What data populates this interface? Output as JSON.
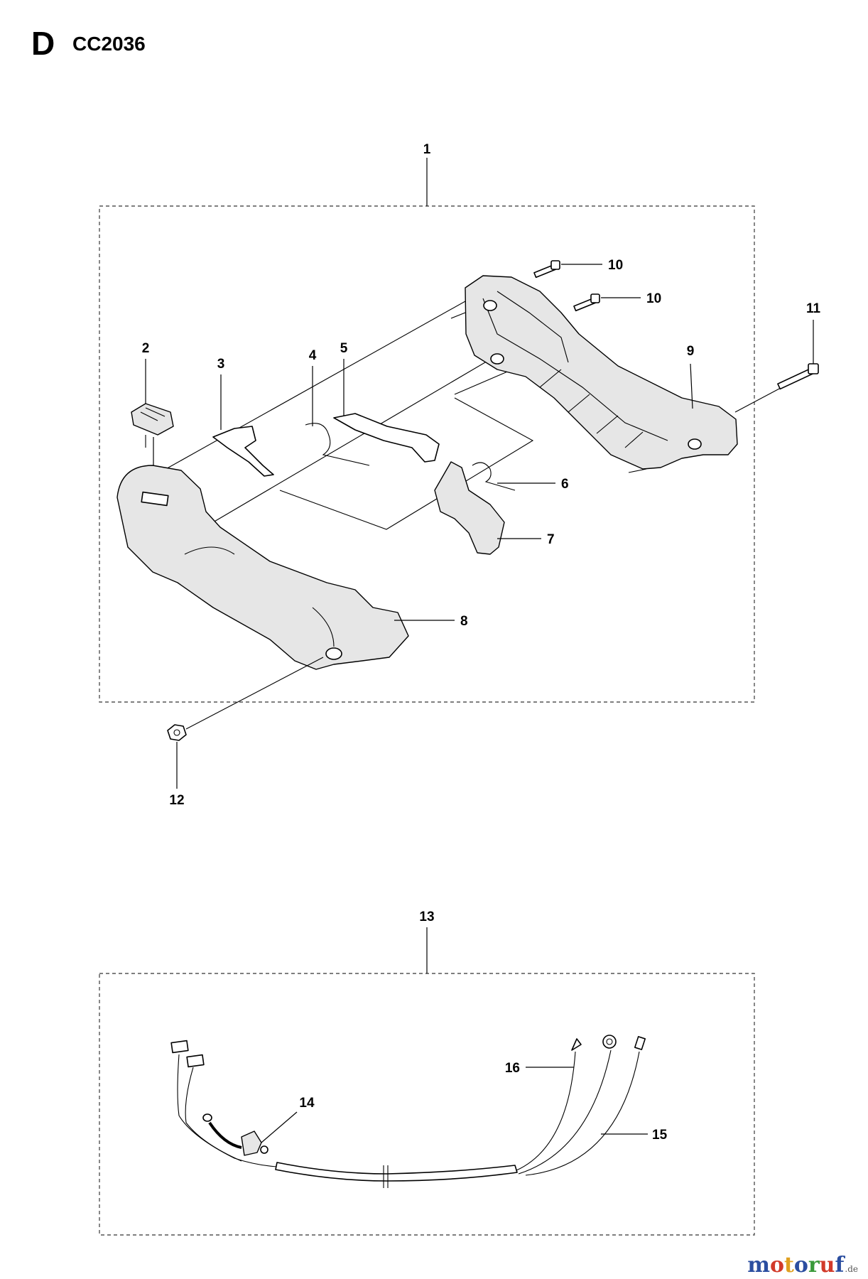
{
  "header": {
    "section_letter": "D",
    "model_code": "CC2036"
  },
  "callouts": {
    "c1": "1",
    "c2": "2",
    "c3": "3",
    "c4": "4",
    "c5": "5",
    "c6": "6",
    "c7": "7",
    "c8": "8",
    "c9": "9",
    "c10a": "10",
    "c10b": "10",
    "c11": "11",
    "c12": "12",
    "c13": "13",
    "c14": "14",
    "c15": "15",
    "c16": "16"
  },
  "watermark": {
    "letters": [
      "m",
      "o",
      "t",
      "o",
      "r",
      "u",
      "f"
    ],
    "letter_colors": [
      "#2b4ea0",
      "#d23a2a",
      "#e0a020",
      "#2b4ea0",
      "#3a9a3a",
      "#d23a2a",
      "#2b4ea0"
    ],
    "suffix": ".de"
  }
}
